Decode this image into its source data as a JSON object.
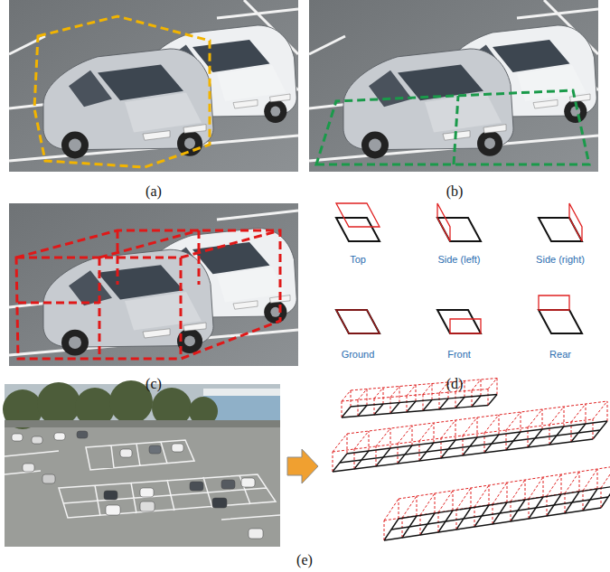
{
  "diagram": {
    "labels": [
      "(a)",
      "(b)",
      "(c)",
      "(d)",
      "Top",
      "Side (left)",
      "Side (right)",
      "Ground",
      "Front",
      "Rear",
      "(e)"
    ]
  }
}
